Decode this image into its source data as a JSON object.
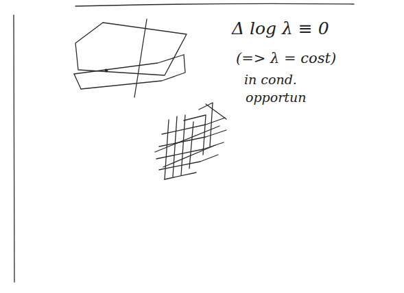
{
  "diagram": {
    "labels": [
      "Δ log λ ≡ 0",
      "(=> λ = cost)",
      "in cond.",
      "opportun"
    ]
  }
}
